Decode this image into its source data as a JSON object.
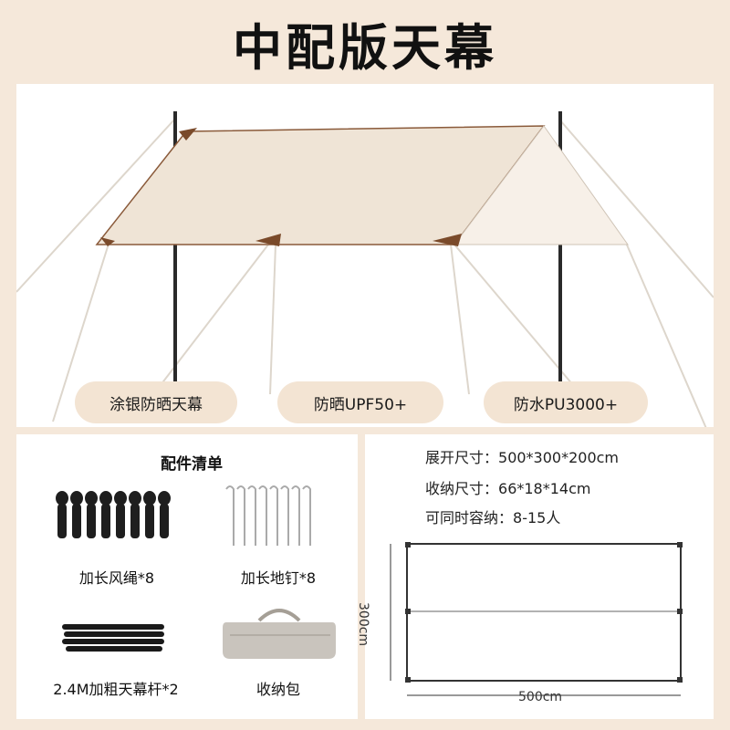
{
  "title": "中配版天幕",
  "features": [
    "涂银防晒天幕",
    "防晒UPF50+",
    "防水PU3000+"
  ],
  "accessories": {
    "heading": "配件清单",
    "items": [
      "加长风绳*8",
      "加长地钉*8",
      "2.4M加粗天幕杆*2",
      "收纳包"
    ]
  },
  "specs": [
    {
      "label": "展开尺寸：",
      "value": "500*300*200cm"
    },
    {
      "label": "收纳尺寸：",
      "value": "66*18*14cm"
    },
    {
      "label": "可同时容纳：",
      "value": "8-15人"
    }
  ],
  "diagram": {
    "height_label": "300cm",
    "width_label": "500cm"
  }
}
